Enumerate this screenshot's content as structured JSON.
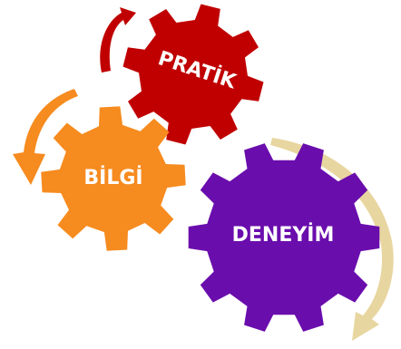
{
  "gears": [
    {
      "id": "pratik",
      "label": "PRATİK",
      "color": "#c00000"
    },
    {
      "id": "bilgi",
      "label": "BİLGİ",
      "color": "#f68b1f"
    },
    {
      "id": "deneyim",
      "label": "DENEYİM",
      "color": "#6a0dad"
    }
  ],
  "arrows": [
    {
      "id": "pratik-arrow",
      "color": "#c00000"
    },
    {
      "id": "bilgi-arrow",
      "color": "#f68b1f"
    },
    {
      "id": "deneyim-arrow",
      "color": "#e8d6a0"
    }
  ]
}
